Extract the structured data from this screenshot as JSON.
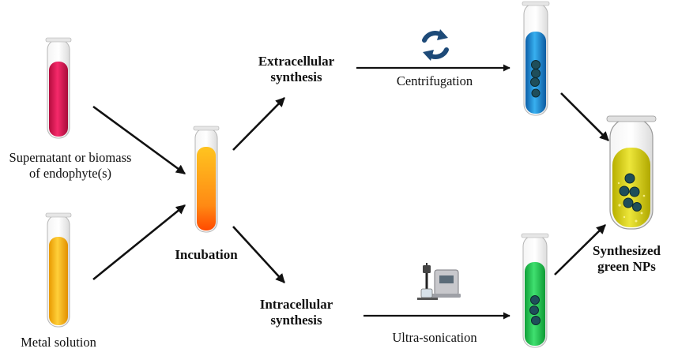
{
  "labels": {
    "supernatant": [
      "Supernatant  or biomass",
      "of endophyte(s)"
    ],
    "metal": "Metal solution",
    "incubation": "Incubation",
    "extracellular": [
      "Extracellular",
      "synthesis"
    ],
    "intracellular": [
      "Intracellular",
      "synthesis"
    ],
    "centrifugation": "Centrifugation",
    "ultrasonication": "Ultra-sonication",
    "result": [
      "Synthesized",
      "green NPs"
    ]
  },
  "colors": {
    "supernatant_liquid": "#e8185a",
    "metal_liquid": "#ffbf10",
    "incubation_liquid": "#ff7a10",
    "extracellular_liquid": "#1e90dc",
    "intracellular_liquid": "#20c848",
    "result_liquid": "#d8d018",
    "particle": "#1f4e5a",
    "centrifuge_icon": "#1d4a78",
    "arrow": "#111111"
  },
  "icons": {
    "centrifugation": "circular-arrows-icon",
    "ultrasonication": "ultrasonic-homogenizer-icon"
  }
}
